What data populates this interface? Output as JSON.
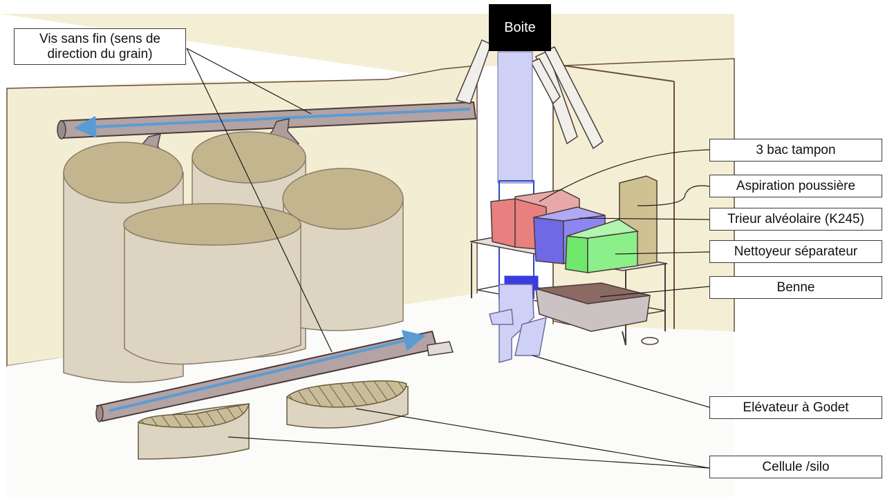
{
  "labels": {
    "boite": "Boite",
    "vis_sans_fin": "Vis sans fin (sens de direction du grain)",
    "bac_tampon": "3 bac tampon",
    "aspiration": "Aspiration poussière",
    "trieur": "Trieur alvéolaire (K245)",
    "nettoyeur": "Nettoyeur séparateur",
    "benne": "Benne",
    "elevateur": "Elévateur à Godet",
    "cellule": "Cellule /silo"
  },
  "colors": {
    "wall": "#f4efd4",
    "floor": "#fbfbf9",
    "outline": "#5a3a34",
    "silo_body": "#ddd5c1",
    "silo_top": "#c3b58e",
    "conveyor": "#b3a3a3",
    "flow_arrow": "#5b9bd5",
    "elevator": "#cfd0f6",
    "bac_red": "#e7807f",
    "trieur_blue": "#8d86f0",
    "nettoyeur_green": "#8cf08a",
    "benne_grey": "#cbc3c3"
  }
}
